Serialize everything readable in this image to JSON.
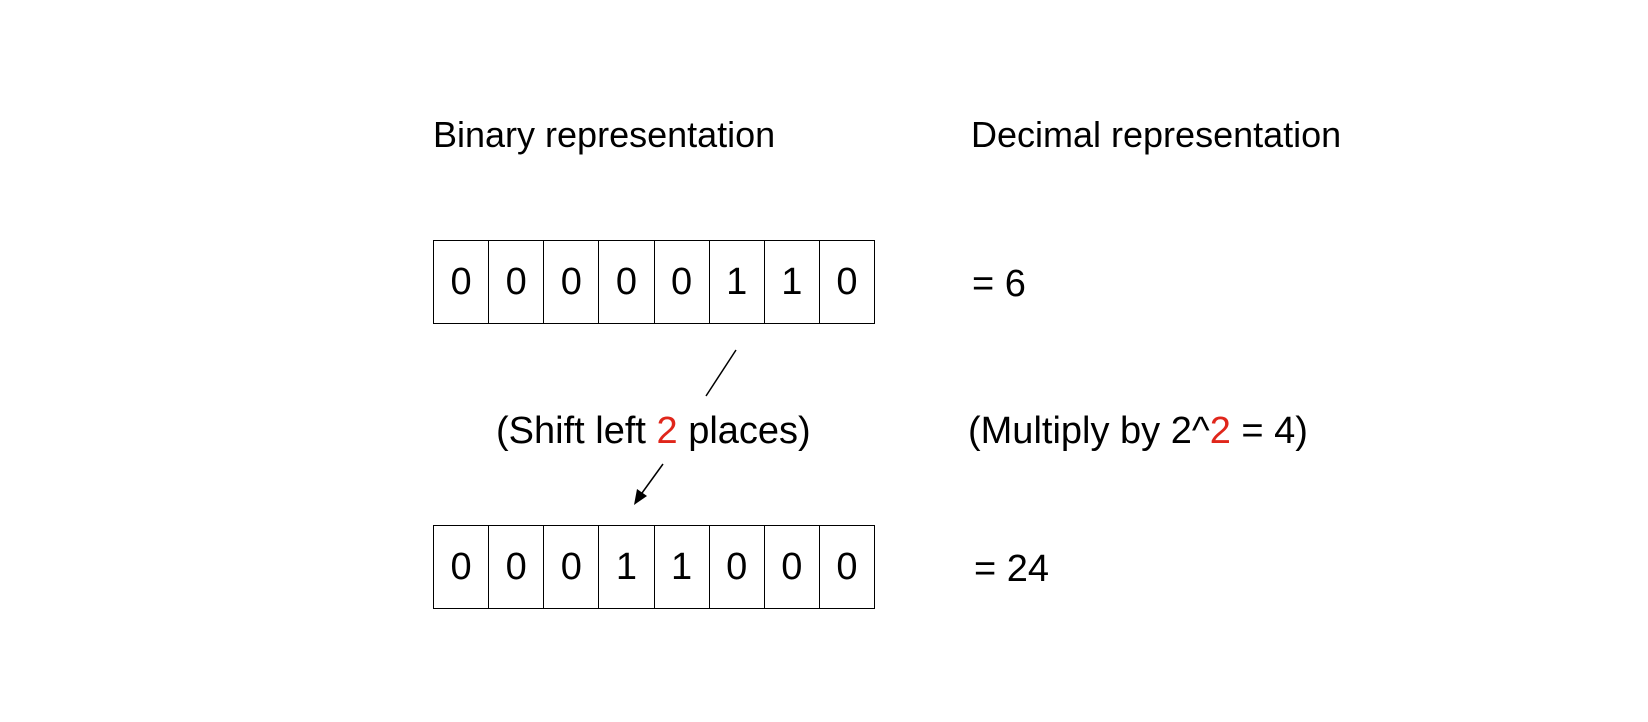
{
  "headings": {
    "binary": "Binary representation",
    "decimal": "Decimal representation"
  },
  "top_register": {
    "bits": [
      "0",
      "0",
      "0",
      "0",
      "0",
      "1",
      "1",
      "0"
    ],
    "decimal": "= 6"
  },
  "bottom_register": {
    "bits": [
      "0",
      "0",
      "0",
      "1",
      "1",
      "0",
      "0",
      "0"
    ],
    "decimal": "= 24"
  },
  "shift_label": {
    "prefix": "(Shift left ",
    "amount": "2",
    "suffix": " places)"
  },
  "multiply_label": {
    "prefix": "(Multiply by 2^",
    "exponent": "2",
    "suffix": " = 4)"
  },
  "colors": {
    "accent": "#e0261b",
    "text": "#000000",
    "background": "#ffffff"
  }
}
